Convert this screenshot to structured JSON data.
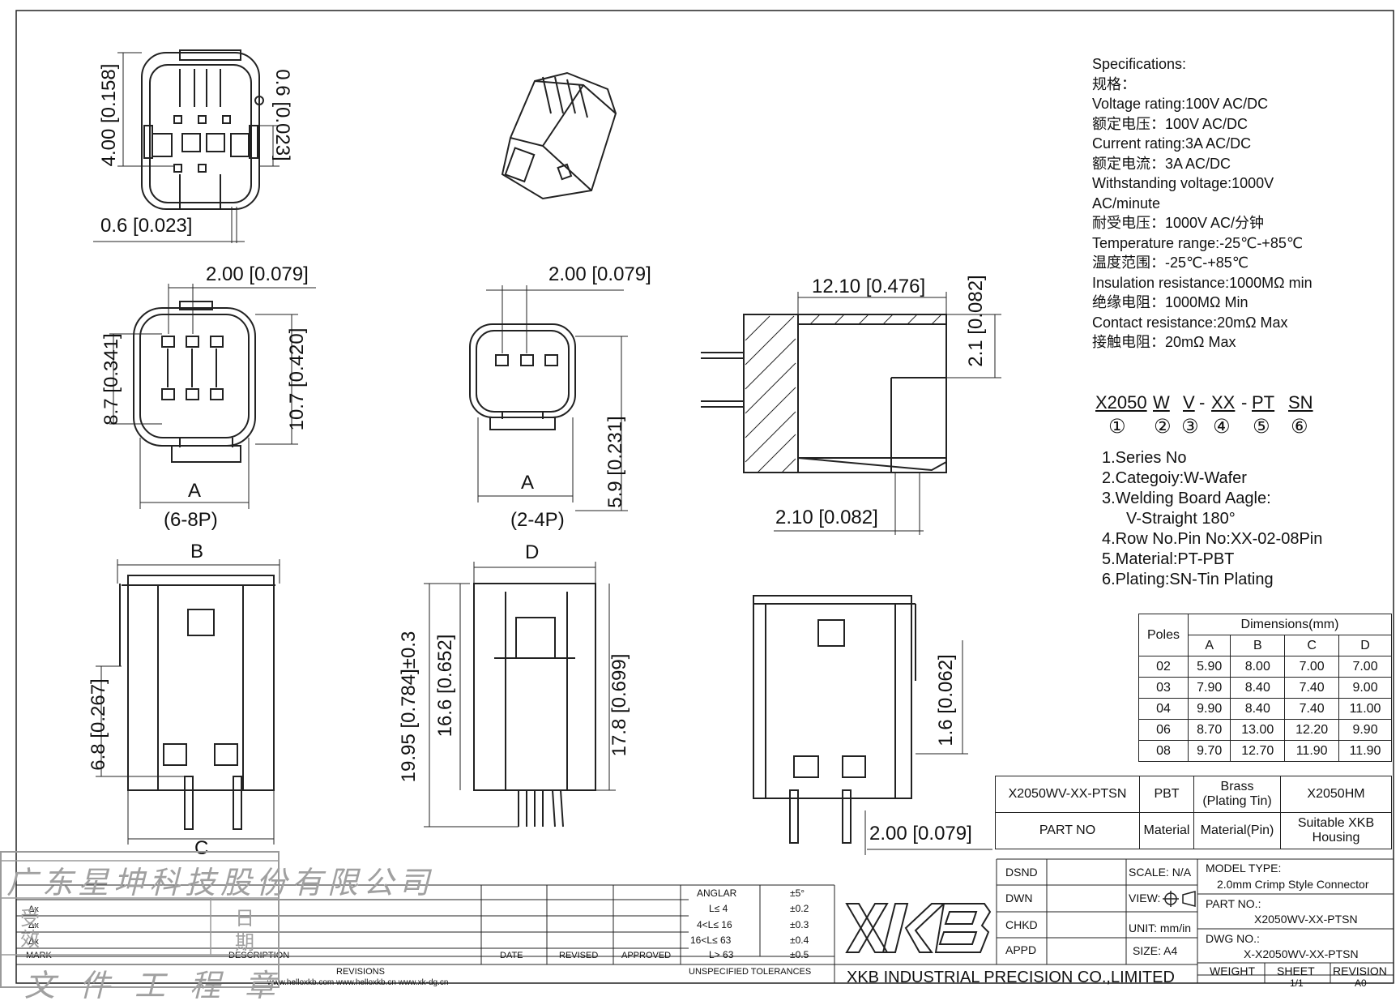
{
  "specs": {
    "lines": [
      "Specifications:",
      "规格：",
      "Voltage rating:100V AC/DC",
      "额定电压：100V AC/DC",
      "Current rating:3A AC/DC",
      "额定电流：3A AC/DC",
      "Withstanding voltage:1000V",
      "AC/minute",
      "耐受电压：1000V AC/分钟",
      "Temperature range:-25℃-+85℃",
      "温度范围：-25℃-+85℃",
      "Insulation resistance:1000MΩ min",
      "绝缘电阻：1000MΩ Min",
      "Contact resistance:20mΩ Max",
      "接触电阻：20mΩ Max"
    ]
  },
  "part_code": {
    "segments": [
      "X2050",
      "W",
      "V",
      "-",
      "XX",
      "-",
      "PT",
      "SN"
    ],
    "circles": [
      "①",
      "②",
      "③",
      "④",
      "⑤",
      "⑥"
    ]
  },
  "legend": {
    "items": [
      "1.Series No",
      "2.Categoiy:W-Wafer",
      "3.Welding Board Aagle:",
      "V-Straight 180°",
      "4.Row No.Pin No:XX-02-08Pin",
      "5.Material:PT-PBT",
      "6.Plating:SN-Tin Plating"
    ]
  },
  "dimensions_table": {
    "header_poles": "Poles",
    "header_group": "Dimensions(mm)",
    "columns": [
      "A",
      "B",
      "C",
      "D"
    ],
    "rows": [
      {
        "poles": "02",
        "values": [
          "5.90",
          "8.00",
          "7.00",
          "7.00"
        ]
      },
      {
        "poles": "03",
        "values": [
          "7.90",
          "8.40",
          "7.40",
          "9.00"
        ]
      },
      {
        "poles": "04",
        "values": [
          "9.90",
          "8.40",
          "7.40",
          "11.00"
        ]
      },
      {
        "poles": "06",
        "values": [
          "8.70",
          "13.00",
          "12.20",
          "9.90"
        ]
      },
      {
        "poles": "08",
        "values": [
          "9.70",
          "12.70",
          "11.90",
          "11.90"
        ]
      }
    ]
  },
  "part_table": {
    "row1": [
      "X2050WV-XX-PTSN",
      "PBT",
      "Brass\n(Plating Tin)",
      "X2050HM"
    ],
    "row2": [
      "PART NO",
      "Material",
      "Material(Pin)",
      "Suitable XKB\nHousing"
    ]
  },
  "drawing_labels": {
    "top_left_v1": "4.00 [0.158]",
    "top_left_v2": "0.6 [0.023]",
    "top_left_h": "0.6 [0.023]",
    "mid_left_top": "2.00 [0.079]",
    "mid_left_v1": "8.7 [0.341]",
    "mid_left_v2": "10.7 [0.420]",
    "mid_left_a": "A",
    "mid_left_p": "(6-8P)",
    "mid_center_top": "2.00 [0.079]",
    "mid_center_a": "A",
    "mid_center_p": "(2-4P)",
    "mid_center_v": "5.9 [0.231]",
    "side_top": "12.10 [0.476]",
    "side_v": "2.1 [0.082]",
    "side_bottom": "2.10 [0.082]",
    "bot_left_b": "B",
    "bot_left_c": "C",
    "bot_left_v": "6.8 [0.267]",
    "bot_center_d": "D",
    "bot_center_v1": "19.95 [0.784]±0.3",
    "bot_center_v2": "16.6 [0.652]",
    "bot_center_v3": "17.8 [0.699]",
    "bot_right_v": "1.6 [0.062]",
    "bot_right_h": "2.00 [0.079]"
  },
  "revisions": {
    "tolerances": [
      [
        "ANGLAR",
        "±5°"
      ],
      [
        "L≤ 4",
        "±0.2"
      ],
      [
        "4<L≤ 16",
        "±0.3"
      ],
      [
        "16<L≤ 63",
        "±0.4"
      ],
      [
        "L> 63",
        "±0.5"
      ]
    ],
    "tolerance_title": "UNSPECIFIED TOLERANCES",
    "col_mark": "MARK",
    "col_description": "DESCRIPTION",
    "col_date": "DATE",
    "col_revised": "REVISED",
    "col_approved": "APPROVED",
    "revisions_label": "REVISIONS",
    "delta_marks": [
      "Δx",
      "Δx",
      "Δx"
    ],
    "websites": "www.helloxkb.com    www.helloxkb.cn  www.xk-dg.cn"
  },
  "title_block": {
    "logo": "XKB",
    "company": "XKB INDUSTRIAL PRECISION CO.,LIMITED",
    "dsnd": "DSND",
    "dwn": "DWN",
    "chkd": "CHKD",
    "appd": "APPD",
    "scale": "SCALE: N/A",
    "view": "VIEW:",
    "unit": "UNIT: mm/in",
    "size": "SIZE: A4",
    "model_type_label": "MODEL TYPE:",
    "model_type_value": "2.0mm Crimp Style Connector",
    "part_no_label": "PART NO.:",
    "part_no_value": "X2050WV-XX-PTSN",
    "dwg_no_label": "DWG NO.:",
    "dwg_no_value": "X-X2050WV-XX-PTSN",
    "weight": "WEIGHT",
    "sheet": "SHEET",
    "revision": "REVISION",
    "sheet_value": "1/1",
    "revision_value": "A0"
  },
  "stamp": {
    "line1": "广东星坤科技股份有限公司",
    "line2": "文件工程章",
    "left_chars": "受 效",
    "right_chars": "日 期"
  }
}
